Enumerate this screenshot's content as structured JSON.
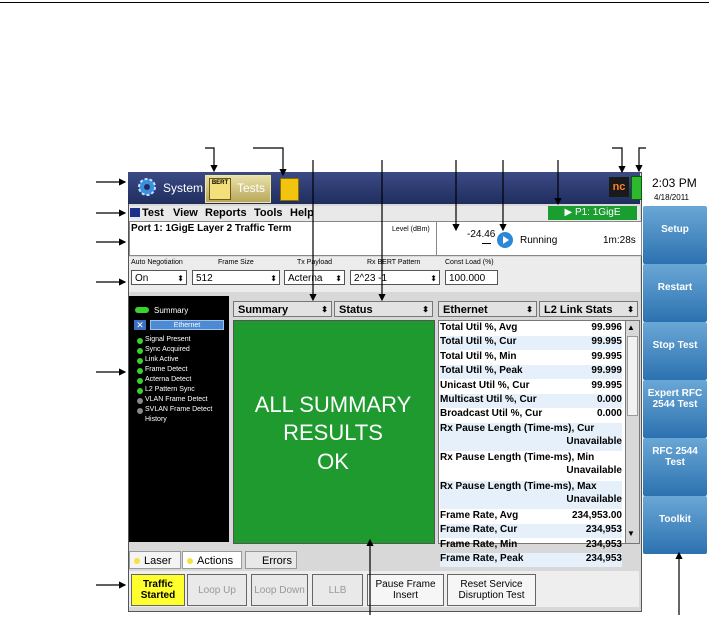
{
  "topbar": {
    "system_label": "System",
    "tests_label": "Tests",
    "bert_badge": "BERT",
    "time": "2:03 PM",
    "date": "4/18/2011"
  },
  "menu": {
    "items": [
      "Test",
      "View",
      "Reports",
      "Tools",
      "Help"
    ],
    "port_indicator": "P1: 1GigE"
  },
  "info": {
    "port_label": "Port 1: 1GigE Layer 2 Traffic Term",
    "level_label": "Level (dBm)",
    "level_value": "-24.46",
    "run_status": "Running",
    "elapsed": "1m:28s"
  },
  "config": {
    "auto_negotiation": {
      "label": "Auto Negotiation",
      "value": "On"
    },
    "frame_size": {
      "label": "Frame Size",
      "value": "512"
    },
    "tx_payload": {
      "label": "Tx Payload",
      "value": "Acterna"
    },
    "rx_bert_pattern": {
      "label": "Rx BERT Pattern",
      "value": "2^23 -1"
    },
    "const_load": {
      "label": "Const Load (%)",
      "value": "100.000"
    }
  },
  "tree": {
    "summary_label": "Summary",
    "ethernet_label": "Ethernet",
    "items": [
      {
        "label": "Signal Present",
        "color": "#39d12d"
      },
      {
        "label": "Sync Acquired",
        "color": "#39d12d"
      },
      {
        "label": "Link Active",
        "color": "#39d12d"
      },
      {
        "label": "Frame Detect",
        "color": "#39d12d"
      },
      {
        "label": "Acterna Detect",
        "color": "#39d12d"
      },
      {
        "label": "L2 Pattern Sync",
        "color": "#39d12d"
      },
      {
        "label": "VLAN Frame Detect",
        "color": "#888888"
      },
      {
        "label": "SVLAN Frame Detect",
        "color": "#888888"
      },
      {
        "label": "History",
        "color": ""
      }
    ]
  },
  "summary_panel": {
    "left_select": "Summary",
    "right_select": "Status",
    "lines": [
      "ALL SUMMARY",
      "RESULTS",
      "OK"
    ]
  },
  "stats_panel": {
    "left_select": "Ethernet",
    "right_select": "L2 Link Stats",
    "rows": [
      {
        "label": "Total Util %, Avg",
        "value": "99.996"
      },
      {
        "label": "Total Util %, Cur",
        "value": "99.995"
      },
      {
        "label": "Total Util %, Min",
        "value": "99.995"
      },
      {
        "label": "Total Util %, Peak",
        "value": "99.999"
      },
      {
        "label": "Unicast Util %, Cur",
        "value": "99.995"
      },
      {
        "label": "Multicast Util %, Cur",
        "value": "0.000"
      },
      {
        "label": "Broadcast Util %, Cur",
        "value": "0.000"
      },
      {
        "label": "Rx Pause Length (Time-ms), Cur",
        "value": "Unavailable"
      },
      {
        "label": "Rx Pause Length (Time-ms), Min",
        "value": "Unavailable"
      },
      {
        "label": "Rx Pause Length (Time-ms), Max",
        "value": "Unavailable"
      },
      {
        "label": "Frame Rate, Avg",
        "value": "234,953.00"
      },
      {
        "label": "Frame Rate, Cur",
        "value": "234,953"
      },
      {
        "label": "Frame Rate, Min",
        "value": "234,953"
      },
      {
        "label": "Frame Rate, Peak",
        "value": "234,953"
      }
    ]
  },
  "sidebar": {
    "buttons": [
      "Setup",
      "Restart",
      "Stop Test",
      "Expert RFC 2544 Test",
      "RFC 2544 Test",
      "Toolkit"
    ]
  },
  "tabs": [
    "Laser",
    "Actions",
    "Errors"
  ],
  "actions": [
    {
      "label": "Traffic Started",
      "enabled": true
    },
    {
      "label": "Loop Up",
      "enabled": false
    },
    {
      "label": "Loop Down",
      "enabled": false
    },
    {
      "label": "LLB",
      "enabled": false
    },
    {
      "label": "Pause Frame Insert",
      "enabled": true
    },
    {
      "label": "Reset Service Disruption Test",
      "enabled": true
    }
  ]
}
